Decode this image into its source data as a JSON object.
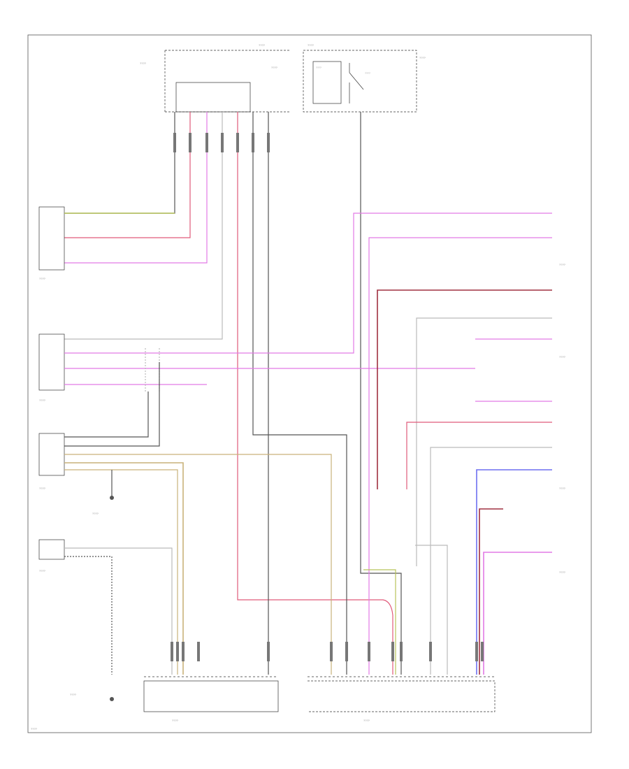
{
  "corner_label": "????",
  "top_module": {
    "title": "????",
    "side_label": "????",
    "right_label": "????"
  },
  "relay_box": {
    "title": "????",
    "inner_label": "????",
    "relay_label": "????",
    "side_label": "????"
  },
  "components": [
    {
      "id": "sensor-a",
      "label": "????"
    },
    {
      "id": "connector-b",
      "label": "????"
    },
    {
      "id": "connector-c",
      "label": "????"
    },
    {
      "id": "connector-d",
      "label": "????"
    },
    {
      "id": "ground-unit",
      "label": "????"
    },
    {
      "id": "ground-bottom",
      "label": "????"
    },
    {
      "id": "right-sensor-1",
      "label": "????"
    },
    {
      "id": "right-sensor-2",
      "label": "????"
    },
    {
      "id": "right-switch",
      "label": "????"
    },
    {
      "id": "right-unit-4",
      "label": "????"
    }
  ],
  "bottom_modules": [
    {
      "id": "left-module",
      "label": "????"
    },
    {
      "id": "right-module",
      "label": "????"
    }
  ],
  "colors": {
    "gray": "#555555",
    "magenta": "#e27ae5",
    "red": "#e05a7a",
    "dark_red": "#a03040",
    "yellow_green": "#b7c35a",
    "tan": "#c9b27a",
    "blue": "#6d6ff0",
    "light_gray": "#bbbbbb"
  }
}
